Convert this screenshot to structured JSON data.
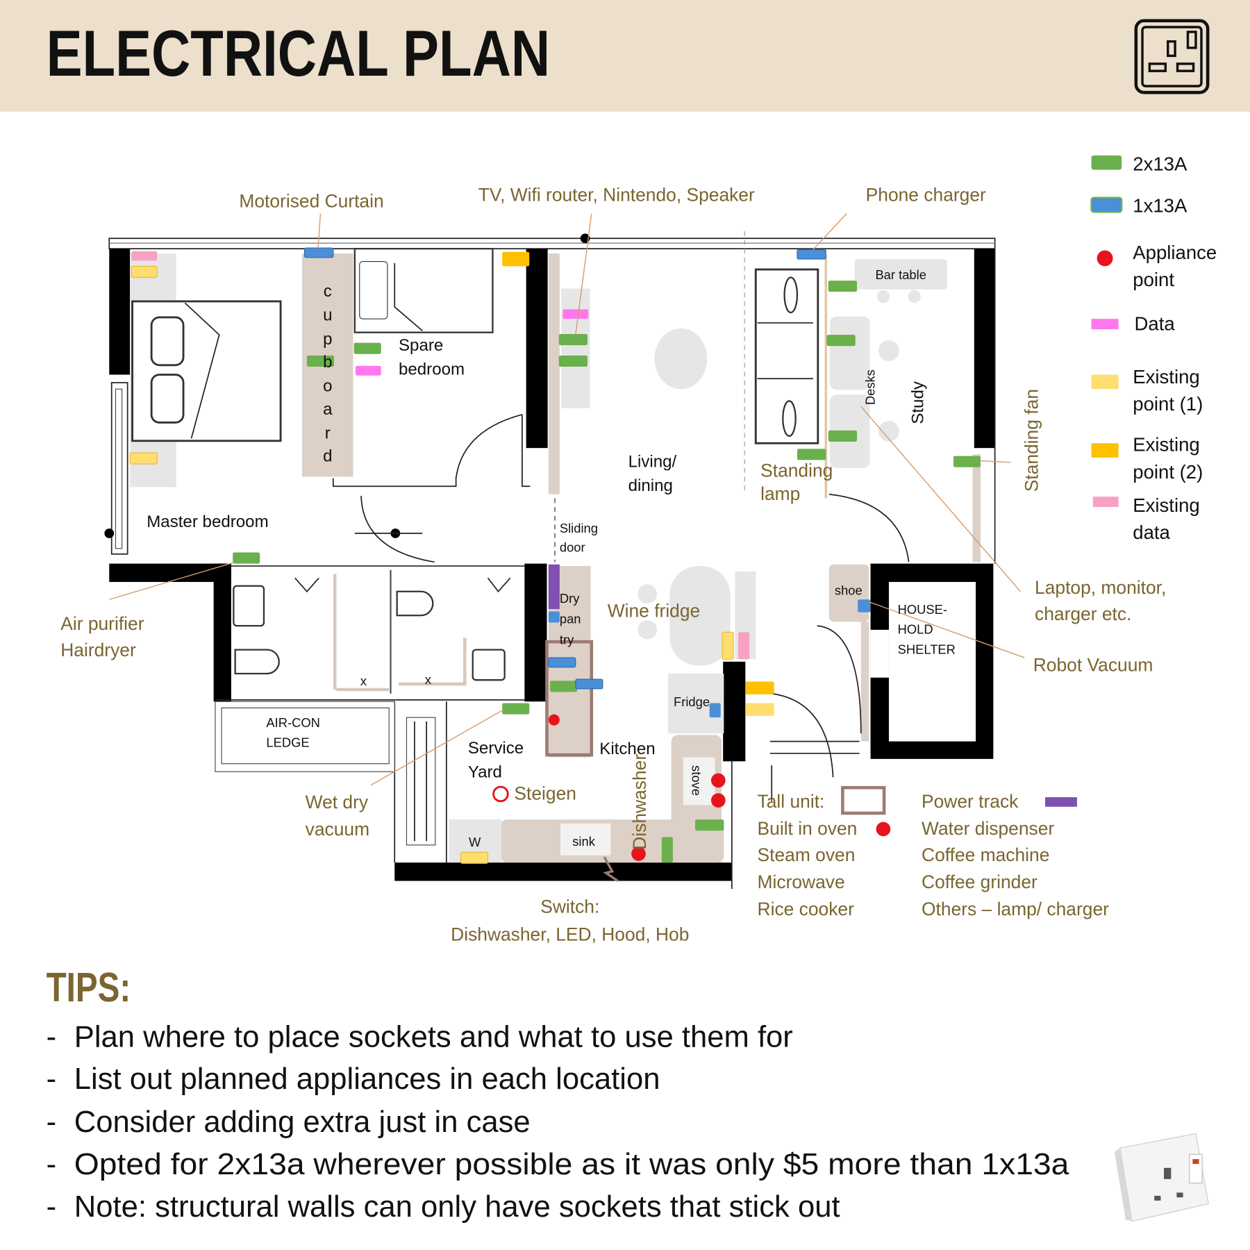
{
  "header": {
    "title": "ELECTRICAL PLAN",
    "icon": "power-socket-icon",
    "background": "#ecdfcb"
  },
  "legend": [
    {
      "label": "2x13A",
      "color": "#6ab04c"
    },
    {
      "label": "1x13A",
      "color": "#4a8fd8"
    },
    {
      "label_1": "Appliance",
      "label_2": "point",
      "color": "#e8141c"
    },
    {
      "label": "Data",
      "color": "#ff77ee"
    },
    {
      "label_1": "Existing",
      "label_2": "point (1)",
      "color": "#ffdd70"
    },
    {
      "label_1": "Existing",
      "label_2": "point (2)",
      "color": "#ffc000"
    },
    {
      "label_1": "Existing",
      "label_2": "data",
      "color": "#f7a1c4"
    }
  ],
  "annotations": {
    "motorised_curtain": "Motorised Curtain",
    "tv": "TV, Wifi router, Nintendo, Speaker",
    "phone_charger": "Phone charger",
    "standing_fan": "Standing fan",
    "standing_lamp_1": "Standing",
    "standing_lamp_2": "lamp",
    "laptop_1": "Laptop, monitor,",
    "laptop_2": "charger etc.",
    "robot_vacuum": "Robot Vacuum",
    "air_purifier_1": "Air purifier",
    "air_purifier_2": "Hairdryer",
    "wine_fridge": "Wine fridge",
    "wet_dry_1": "Wet dry",
    "wet_dry_2": "vacuum",
    "steigen": "Steigen",
    "dishwasher": "Dishwasher",
    "switch_1": "Switch:",
    "switch_2": "Dishwasher, LED, Hood, Hob"
  },
  "rooms": {
    "spare_1": "Spare",
    "spare_2": "bedroom",
    "master": "Master bedroom",
    "living_1": "Living/",
    "living_2": "dining",
    "bar_table": "Bar table",
    "desks": "Desks",
    "study": "Study",
    "sliding_1": "Sliding",
    "sliding_2": "door",
    "dry_1": "Dry",
    "dry_2": "pan",
    "dry_3": "try",
    "shoe": "shoe",
    "shelter_1": "HOUSE-",
    "shelter_2": "HOLD",
    "shelter_3": "SHELTER",
    "fridge": "Fridge",
    "kitchen": "Kitchen",
    "service_1": "Service",
    "service_2": "Yard",
    "aircon_1": "AIR-CON",
    "aircon_2": "LEDGE",
    "stove": "stove",
    "sink": "sink",
    "w": "W",
    "x1": "x",
    "x2": "x",
    "cupboard": [
      "c",
      "u",
      "p",
      "b",
      "o",
      "a",
      "r",
      "d"
    ]
  },
  "kitchen_legend": {
    "tall_unit": "Tall unit:",
    "built_in_oven": "Built in oven",
    "col1": [
      "Steam oven",
      "Microwave",
      "Rice cooker"
    ],
    "power_track": "Power track",
    "col2": [
      "Water dispenser",
      "Coffee machine",
      "Coffee grinder",
      "Others – lamp/ charger"
    ],
    "tall_unit_color": "#9c7a72",
    "power_track_color": "#8050b0"
  },
  "tips": {
    "title": "TIPS:",
    "items": [
      "Plan where to place sockets and what to use them for",
      "List out planned appliances in each location",
      "Consider adding extra just in case",
      "Opted for 2x13a wherever possible as it was only $5 more than 1x13a",
      "Note: structural walls can only have sockets that stick out"
    ],
    "bullet": "-"
  }
}
